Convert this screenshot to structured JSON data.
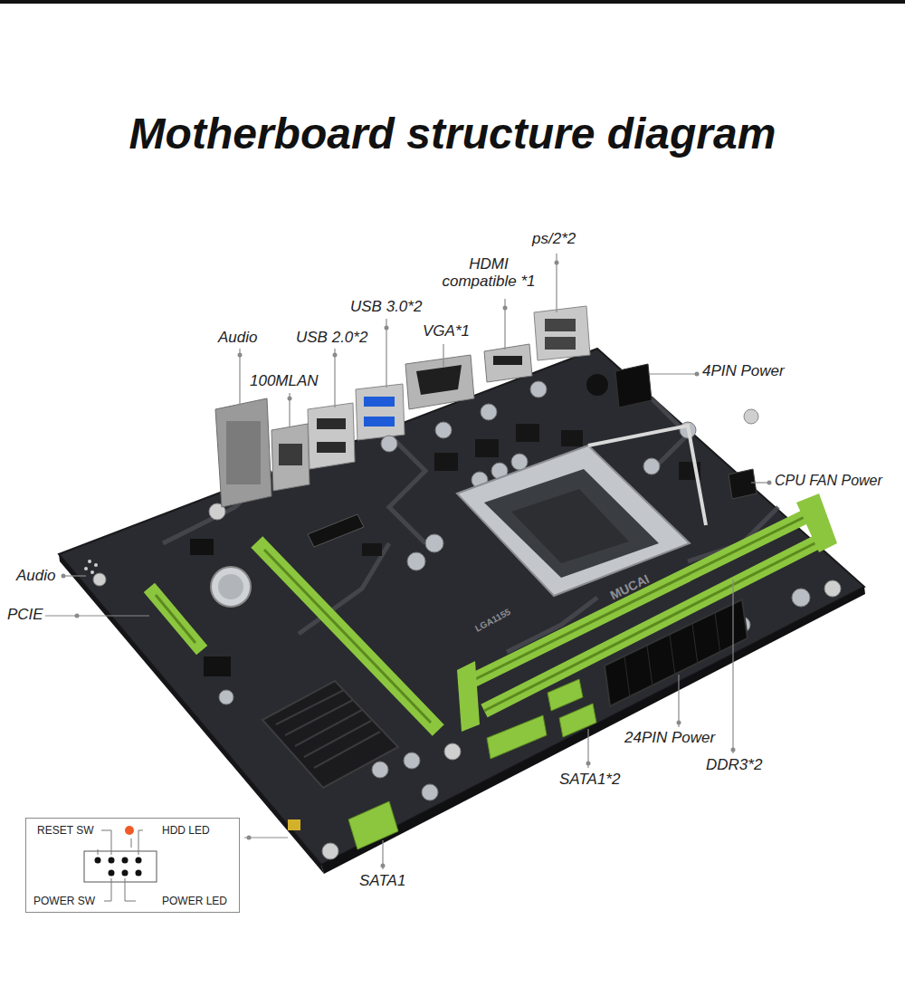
{
  "diagram": {
    "title": "Motherboard structure diagram",
    "nodes": [
      {
        "text": [
          "RESET SW",
          "HDD LED",
          "POWER SW",
          "POWER LED"
        ]
      }
    ],
    "labels": [
      "ps/2*2",
      "HDMI compatible *1",
      "USB 3.0*2",
      "VGA*1",
      "Audio",
      "USB 2.0*2",
      "100MLAN",
      "4PIN Power",
      "CPU FAN Power",
      "Audio",
      "PCIE",
      "MUCAI",
      "LGA1155",
      "24PIN Power",
      "DDR3*2",
      "SATA1*2",
      "SATA1"
    ]
  }
}
